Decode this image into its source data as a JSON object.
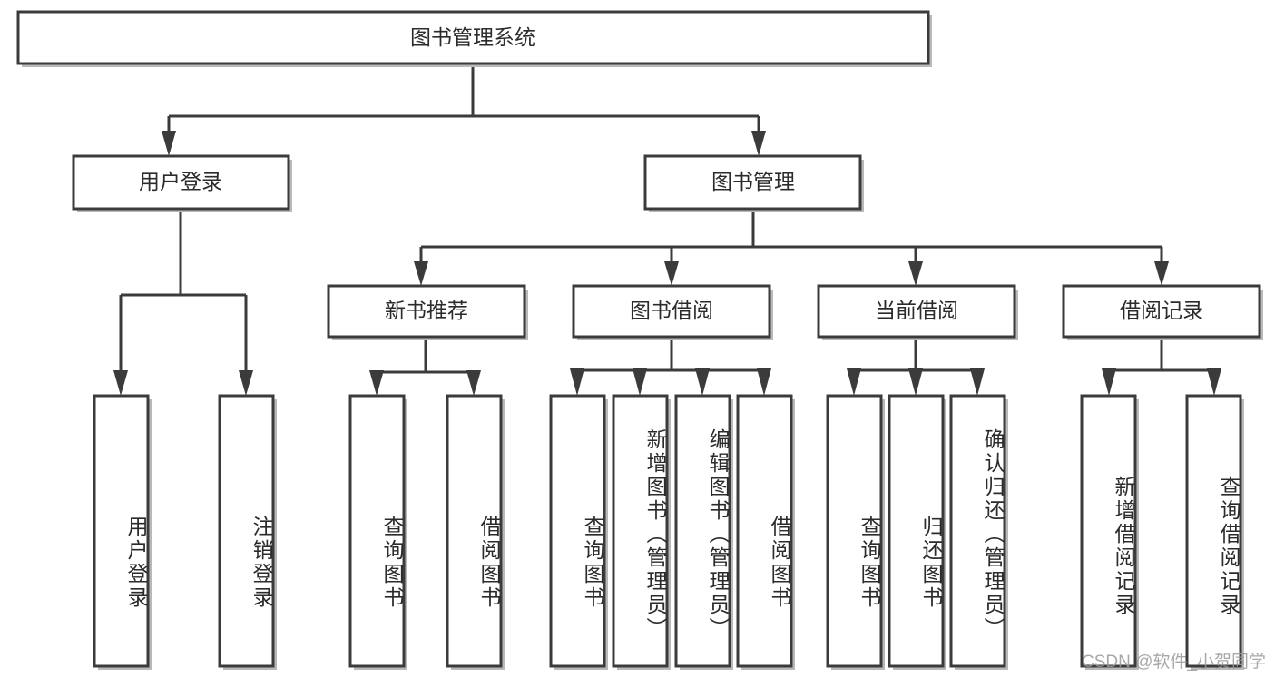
{
  "diagram": {
    "title": "图书管理系统",
    "type": "tree",
    "watermark": "CSDN @软件_小贺同学",
    "colors": {
      "stroke": "#3b3b3b",
      "text": "#2b2b2b",
      "background": "#ffffff",
      "shadow": "#b9b9b9",
      "watermark": "#9a9a9a"
    },
    "root": {
      "label": "图书管理系统"
    },
    "level2": [
      {
        "label": "用户登录"
      },
      {
        "label": "图书管理"
      }
    ],
    "level3": [
      {
        "label": "新书推荐"
      },
      {
        "label": "图书借阅"
      },
      {
        "label": "当前借阅"
      },
      {
        "label": "借阅记录"
      }
    ],
    "leaves": {
      "user_login": [
        {
          "label": "用户登录"
        },
        {
          "label": "注销登录"
        }
      ],
      "new_book": [
        {
          "label": "查询图书"
        },
        {
          "label": "借阅图书"
        }
      ],
      "book_borrow": [
        {
          "label": "查询图书"
        },
        {
          "label": "新增图书（管理员）"
        },
        {
          "label": "编辑图书（管理员）"
        },
        {
          "label": "借阅图书"
        }
      ],
      "current_borrow": [
        {
          "label": "查询图书"
        },
        {
          "label": "归还图书"
        },
        {
          "label": "确认归还（管理员）"
        }
      ],
      "borrow_record": [
        {
          "label": "新增借阅记录"
        },
        {
          "label": "查询借阅记录"
        }
      ]
    }
  }
}
